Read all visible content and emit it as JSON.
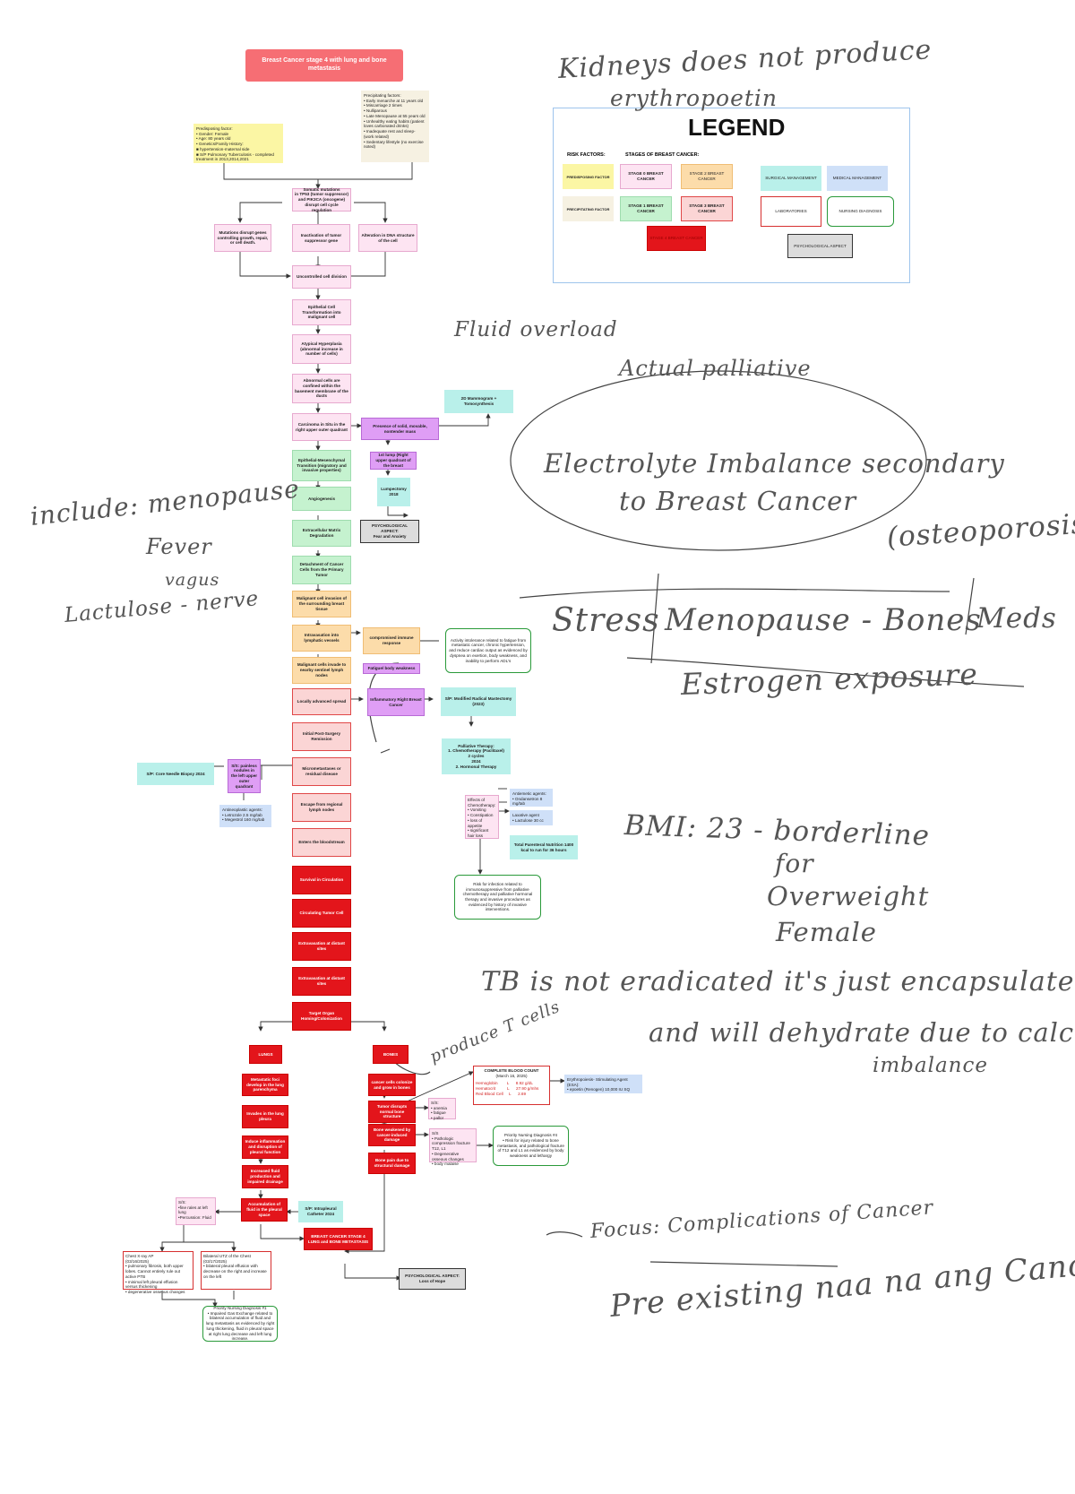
{
  "title": "Breast Cancer stage 4 with lung and bone metastasis",
  "precipitating": "Precipitating factors:\n• Early menarche at 11 years old\n• Miscarriage 2 times\n• Nulliparous\n• Late Menopause at 55 years old\n• Unhealthy eating habits (patient loves carbonated drinks)\n• Inadequate rest and sleep- (work related)\n• Sedentary lifestyle (no exercise noted)",
  "predisposing": "Predisposing factor:\n• Gender: Female\n• Age: 80 years old\n• Genetics/Family History:\n■ hypertension-maternal side\n■ S/P Pulmonary Tuberculosis - completed treatment in 2013,2014,2021",
  "pathway": {
    "somatic": "Somatic mutations\nin TP53 (tumor suppressor) and PIK3CA (oncogene) disrupt cell cycle regulation",
    "mutations_disrupt": "Mutations disrupt genes controlling growth, repair, or cell death.",
    "inactivation": "Inactivation of tumor suppressor gene",
    "alteration": "Alteration in DNA structure of the cell",
    "uncontrolled": "Uncontrolled cell division",
    "epithelial": "Epithelial Cell Transformation into malignant cell",
    "atypical": "Atypical Hyperplasia (abnormal increase in number of cells)",
    "abnormal": "Abnormal cells are confined within the basement membrane of the ducts",
    "carcinoma": "Carcinoma in Situ in the right upper outer quadrant",
    "emt": "Epithelial-Mesenchymal Transition (migratory and invasive properties)",
    "angiogenesis": "Angiogenesis",
    "ecm": "Extracellular Matrix Degradation",
    "detachment": "Detachment of Cancer Cells from the Primary Tumor",
    "malignant_invasion": "Malignant cell invasion of the surrounding breast tissue",
    "intravasation": "Intravasation into lymphatic vessels",
    "sentinel": "Malignant cells invade to nearby sentinel lymph nodes",
    "locally": "Locally advanced spread",
    "initial_post": "Initial Post-Surgery Remission",
    "micromet": "Micrometastases or residual disease",
    "escape": "Escape from regional lymph nodes",
    "enters": "Enters the bloodstream",
    "survival": "Survival in Circulation",
    "circulating": "Circulating Tumor Cell",
    "extravasation1": "Extravasation at distant sites",
    "extravasation2": "Extravasation at distant sites",
    "target": "Target Organ Homing/Colonization",
    "stage4": "BREAST CANCER STAGE 4 LUNG and BONE METASTASIS"
  },
  "right_branch": {
    "presence": "Presence of solid, movable, nontender mass",
    "mammogram": "2D Mammogram + Tomosynthesis",
    "lump": "1st lump (Right upper quadrant of the breast",
    "lumpectomy": "Lumpectomy 2018",
    "psych1": "PSYCHOLOGICAL ASPECT:\nFear and Anxiety",
    "compromised": "compromised immune response",
    "fatigue": "Fatigue/ body weakness",
    "activity_dx": "Activity intolerance related to fatigue from metastatic cancer, chronic hypertension, and reduce cardiac output as evidenced by dyspnea on exertion, body weakness, and inability to perform ADL's",
    "inflammatory": "Inflammatory Right Breast Cancer",
    "mastectomy": "S/P: Modified Radical Mastectomy (2023)",
    "palliative": "Palliative Therapy:\n1. Chemotherapy (Paclitaxel)\n2 cycles\n2024\n2. Hormonal Therapy",
    "effects": "Effects of Chemotherapy:\n• Vomiting\n• Constipation\n• loss of appetite\n• significant hair loss",
    "antiemetic": "Antiemetic agents:\n• Ondansetron 8 mg/tab",
    "laxative": "Laxative agent\n• Lactulose 30 cc",
    "tpn": "Total Parenteral Nutrition 1400 kcal to run for 36 hours",
    "infection_dx": "Risk for infection related to immunosuppressive from palliative chemotherapy and palliative hormonal therapy and invasive procedures as evidenced by history of invasive interventions.",
    "biopsy": "S/P: Core Needle Biopsy 2024",
    "ss_nodules": "S/S: painless nodules in the left upper outer quadrant",
    "antineoplastic": "Antineoplastic agents:\n• Letrozole 2.5 mg/tab\n• Megestrol 160 mg/tab"
  },
  "lungs": {
    "label": "LUNGS",
    "foci": "Metastatic foci develop in the lung parenchyma",
    "pleura": "Invades in the lung pleura",
    "inflammation": "Induce inflammation and disruption of pleural function",
    "fluid": "Increased fluid production and impaired drainage",
    "accumulation": "Accumulation of fluid in the pleural space",
    "ss": "S/S:\n•fine rales at left lung\n•Percussion: Fluid",
    "catheter": "S/P: Intrapleural Catheter 2024",
    "xray": "Chest X-ray AP\n(03/16/2025)\n• pulmonary fibrosis, both upper lobes. Cannot entirely rule out active PTB\n• minimal left pleural effusion versus thickening\n• degenerative osseous changes",
    "utz": "Bilateral UTZ of the Chest\n(03/17/2025)\n• bilateral pleural effusion with decrease on the right and increase on the left",
    "priority1": "Priority Nursing Diagnosis #1\n• Impaired Gas Exchange related to bilateral accumulation of fluid and lung metastasis as evidenced by right lung thickening, fluid in pleural space at right lung decrease and left lung increase."
  },
  "bones": {
    "label": "BONES",
    "colonize": "cancer cells colonize and grow in bones",
    "disrupts": "Tumor disrupts normal bone structure",
    "ss1": "S/S:\n• anemia\n• fatigue\n• pallor",
    "weakened": "Bone weakened by cancer-induced damage",
    "ss2": "S/S\n• Pathologic compression fracture T12, L1\n• Degenerative osseous changes\n• body malaise",
    "pain": "Bone pain due to structural damage",
    "cbc_title": "COMPLETE BLOOD COUNT",
    "cbc_date": "(March 16, 2025)",
    "cbc_rows": "Hemoglobin        L      8.92 g/dL\nHematocrit          L      27.90 g/mhs\nRed Blood Cell     L      2.69",
    "esa": "Erythropoiesis- Stimulating Agent (ESA):\n• epoetin (Renogen) 10,000 IU SQ",
    "priority4": "Priority Nursing Diagnosis #4\n• Risk for injury related to bone metastasis, and pathological fracture of T12 and L1 as evidenced by body weakness and lethargy",
    "psych2": "PSYCHOLOGICAL ASPECT:\nLoss of Hope"
  },
  "legend": {
    "title": "LEGEND",
    "risk_factors": "RISK FACTORS:",
    "stages_heading": "STAGES OF BREAST CANCER:",
    "predisposing": "PREDISPOSING FACTOR",
    "precipitating": "PRECIPITATING FACTOR",
    "stage0": "STAGE 0 BREAST CANCER",
    "stage1": "STAGE 1 BREAST CANCER",
    "stage2": "STAGE 2 BREAST CANCER",
    "stage3": "STAGE 3 BREAST CANCER",
    "stage4": "STAGE 4 BREAST CANCER",
    "surgical": "SURGICAL MANAGEMENT",
    "medical": "MEDICAL MANAGEMENT",
    "laboratories": "LABORATORIES",
    "nursing": "NURSING DIAGNOSIS",
    "psych": "PSYCHOLOGICAL ASPECT"
  },
  "handwriting": {
    "h1": "Kidneys does not produce",
    "h2": "erythropoetin",
    "h3": "Fluid overload",
    "h4": "Actual palliative",
    "h5": "Electrolyte Imbalance secondary",
    "h6": "to Breast Cancer",
    "h7": "(osteoporosis)",
    "h8": "Stress",
    "h9": "Menopause - Bones",
    "h10": "Meds",
    "h11": "Estrogen exposure",
    "h12": "include: menopause",
    "h13": "Fever",
    "h14": "vagus",
    "h15": "Lactulose - nerve",
    "h16": "BMI: 23 - borderline",
    "h17": "for",
    "h18": "Overweight",
    "h19": "Female",
    "h20": "TB is not eradicated it's just encapsulated",
    "h21": "and will dehydrate due to calcium",
    "h22": "imbalance",
    "h23": "produce T cells",
    "h24": "Focus: Complications of Cancer",
    "h25": "Pre existing naa na ang Cancer"
  }
}
